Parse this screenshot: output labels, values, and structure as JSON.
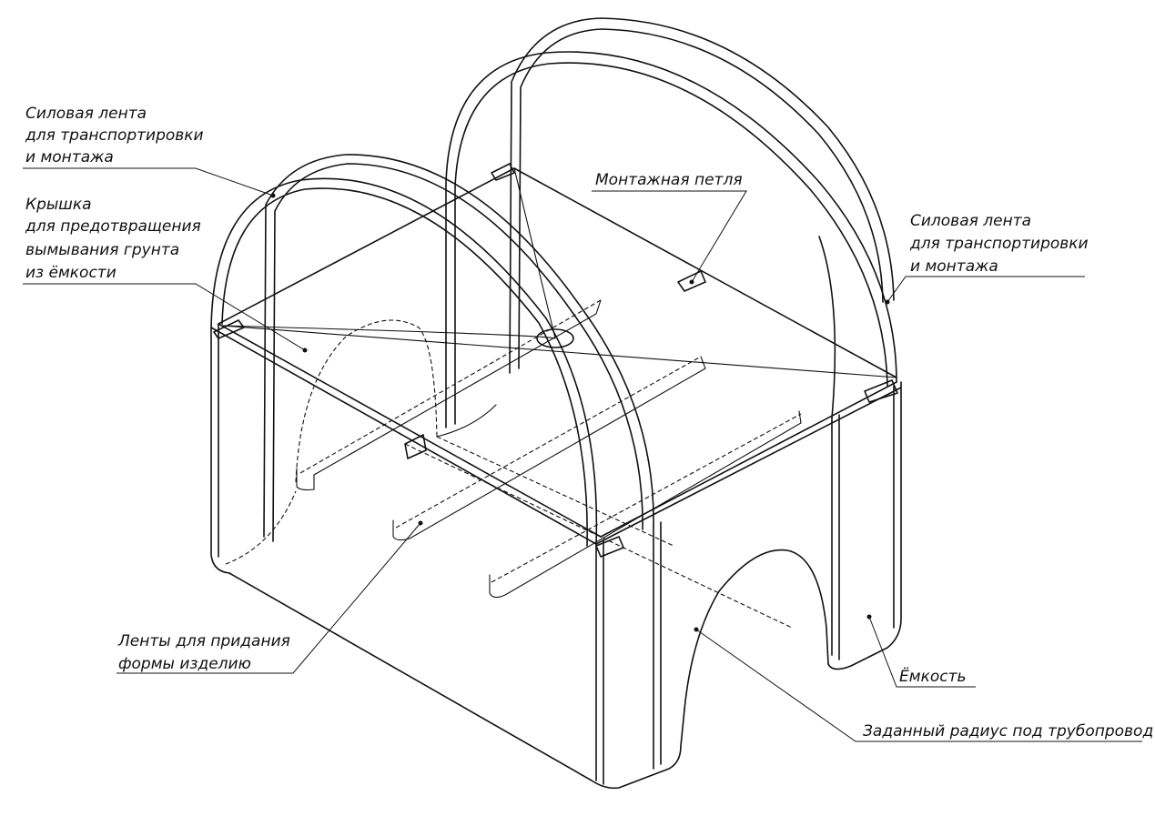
{
  "labels": {
    "strap_left": [
      "Силовая лента",
      "для транспортировки",
      "и монтажа"
    ],
    "lid": [
      "Крышка",
      "для предотвращения",
      "вымывания грунта",
      "из ёмкости"
    ],
    "mounting_loop": "Монтажная петля",
    "strap_right": [
      "Силовая лента",
      "для транспортировки",
      "и монтажа"
    ],
    "shaping_bands": [
      "Ленты для придания",
      "формы изделию"
    ],
    "container": "Ёмкость",
    "pipe_radius": "Заданный радиус под трубопровод"
  }
}
